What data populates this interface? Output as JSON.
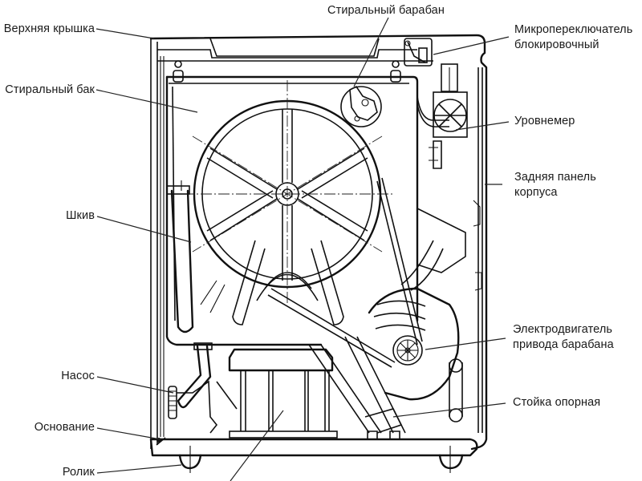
{
  "diagram": {
    "subject": "Washing machine (top-loading) internal structure, side cross-section",
    "labels": {
      "top_cover": "Верхняя крышка",
      "wash_tank": "Стиральный бак",
      "pulley": "Шкив",
      "pump": "Насос",
      "base": "Основание",
      "roller": "Ролик",
      "wash_drum": "Стиральный барабан",
      "microswitch_line1": "Микропереключатель",
      "microswitch_line2": "блокировочный",
      "level_gauge": "Уровнемер",
      "rear_panel_line1": "Задняя панель",
      "rear_panel_line2": "корпуса",
      "motor_line1": "Электродвигатель",
      "motor_line2": "привода барабана",
      "support_post": "Стойка опорная"
    }
  }
}
